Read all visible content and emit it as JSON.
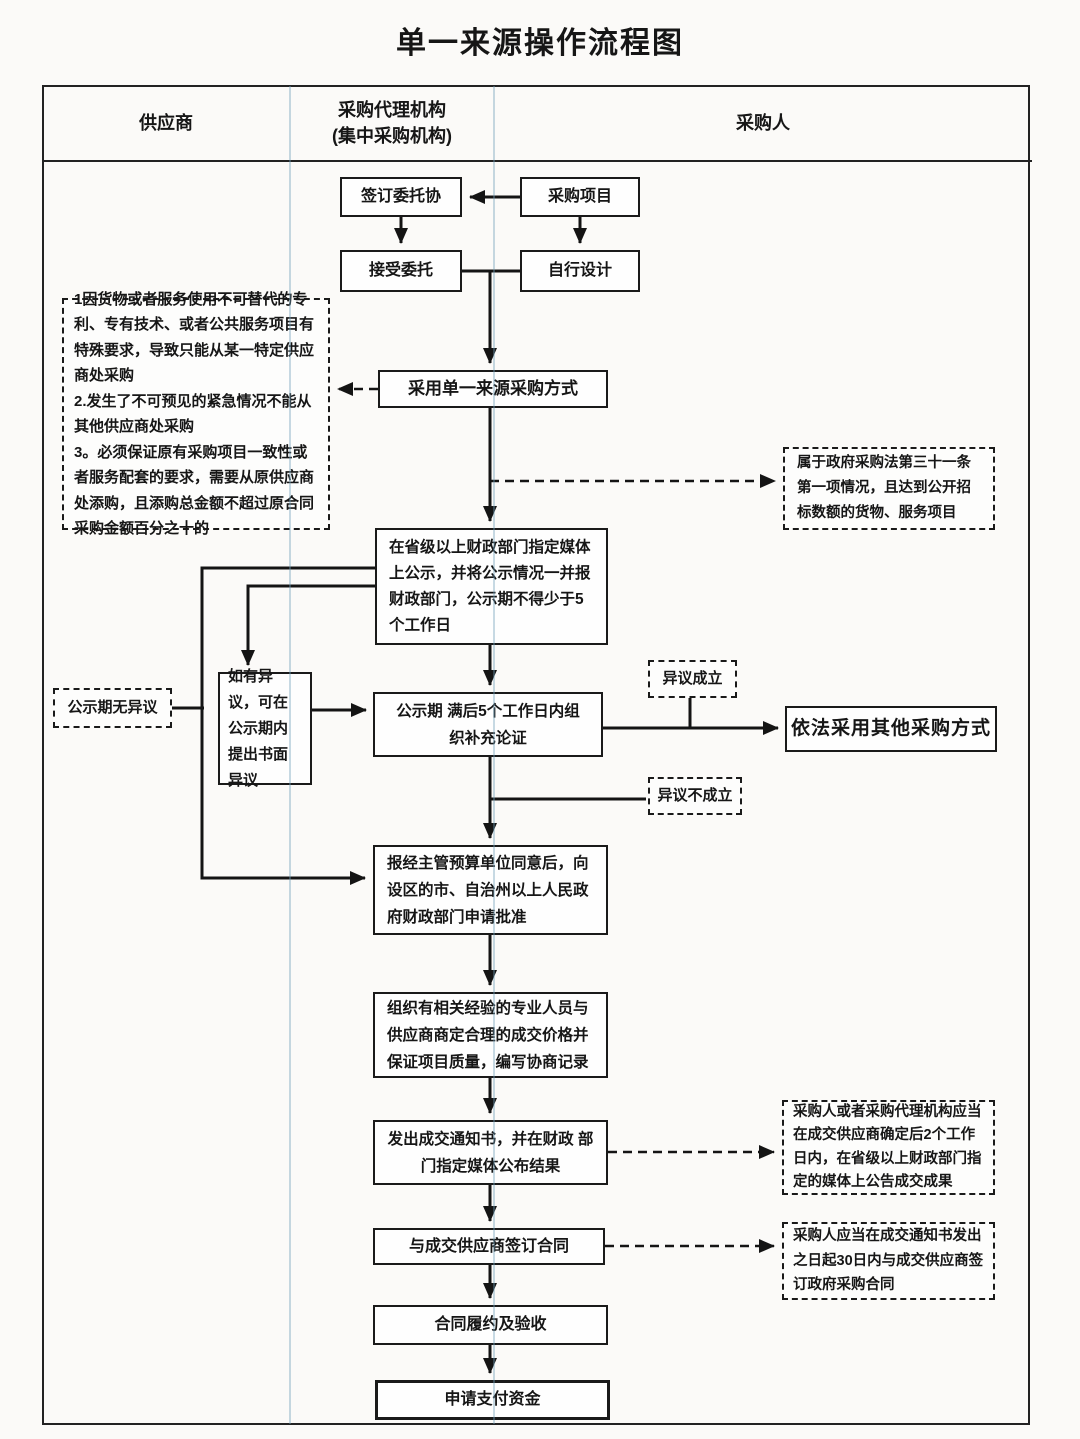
{
  "title": "单一来源操作流程图",
  "columns": {
    "supplier": "供应商",
    "agency_line1": "采购代理机构",
    "agency_line2": "(集中采购机构)",
    "purchaser": "采购人"
  },
  "nodes": {
    "sign_agreement": "签订委托协",
    "procurement_project": "采购项目",
    "accept_entrustment": "接受委托",
    "self_design": "自行设计",
    "reasons": [
      "1因货物或者服务使用不可替代的专利、专有技术、或者公共服务项目有特殊要求，导致只能从某一特定供应商处采购",
      "2.发生了不可预见的紧急情况不能从其他供应商处采购",
      "3。必须保证原有采购项目一致性或者服务配套的要求，需要从原供应商处添购，且添购总金额不超过原合同采购金额百分之十的"
    ],
    "adopt_single_source": "采用单一来源采购方式",
    "law_condition": "属于政府采购法第三十一条第一项情况，且达到公开招标数额的货物、服务项目",
    "publicity": "在省级以上财政部门指定媒体上公示，并将公示情况一并报财政部门，公示期不得少于5个工作日",
    "no_objection": "公示期无异议",
    "objection_written": "如有异议，可在公示期内提出书面异议",
    "supplement_demo": "公示期 满后5个工作日内组织补充论证",
    "objection_valid": "异议成立",
    "other_method": "依法采用其他采购方式",
    "objection_invalid": "异议不成立",
    "approval": "报经主管预算单位同意后，向设区的市、自治州以上人民政府财政部门申请批准",
    "organize": "组织有相关经验的专业人员与供应商商定合理的成交价格并保证项目质量，编写协商记录",
    "notice": "发出成交通知书，并在财政 部门指定媒体公布结果",
    "announce_result": "采购人或者采购代理机构应当在成交供应商确定后2个工作日内，在省级以上财政部门指定的媒体上公告成交成果",
    "sign_contract": "与成交供应商签订合同",
    "sign_30days": "采购人应当在成交通知书发出之日起30日内与成交供应商签订政府采购合同",
    "fulfill_accept": "合同履约及验收",
    "apply_payment": "申请支付资金"
  }
}
